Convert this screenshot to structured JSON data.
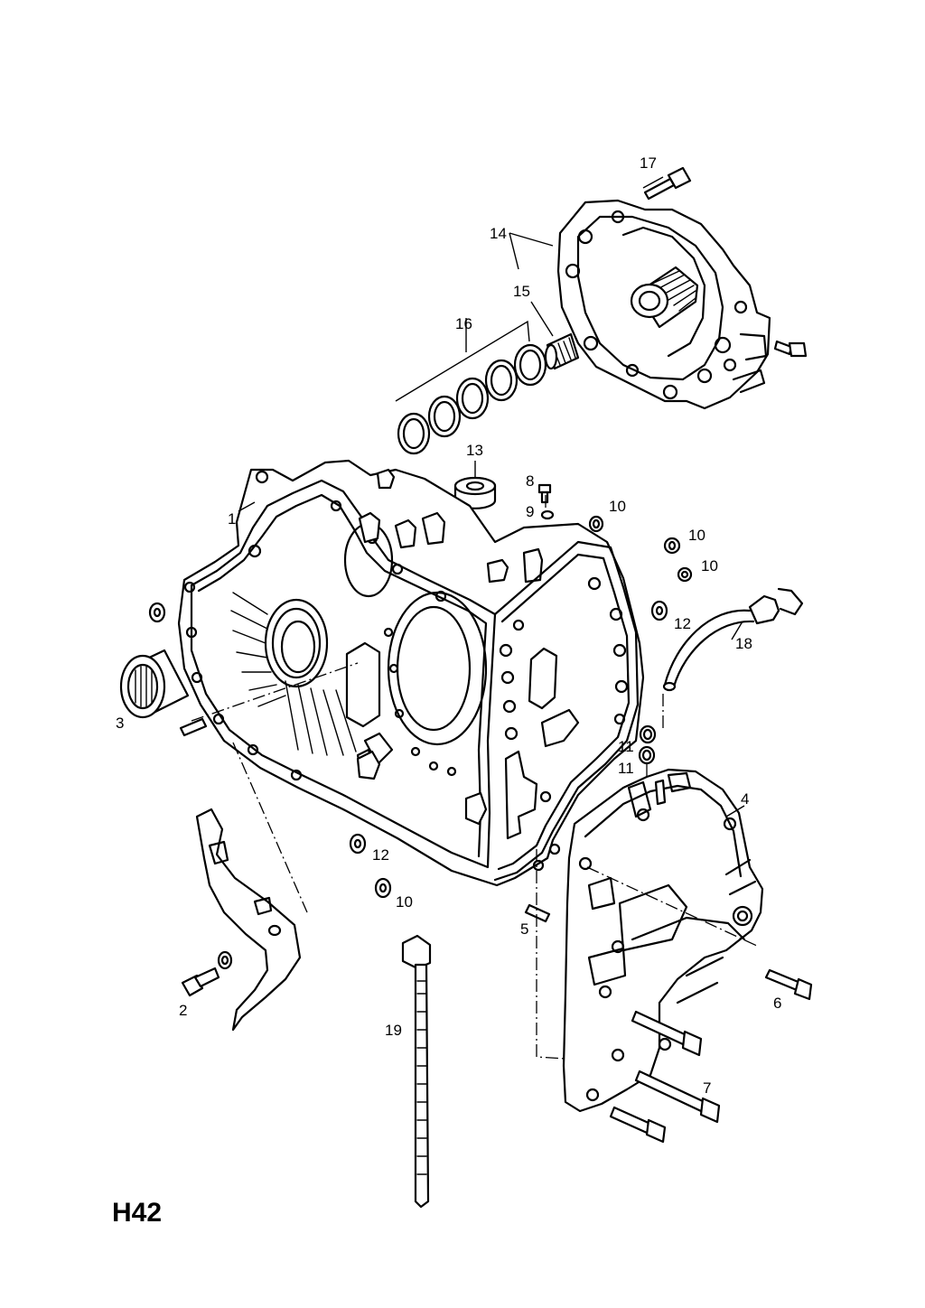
{
  "page_code": "H42",
  "callouts": [
    {
      "id": "c1",
      "text": "1"
    },
    {
      "id": "c2",
      "text": "2"
    },
    {
      "id": "c3",
      "text": "3"
    },
    {
      "id": "c4",
      "text": "4"
    },
    {
      "id": "c5",
      "text": "5"
    },
    {
      "id": "c6",
      "text": "6"
    },
    {
      "id": "c7",
      "text": "7"
    },
    {
      "id": "c8",
      "text": "8"
    },
    {
      "id": "c9",
      "text": "9"
    },
    {
      "id": "c10a",
      "text": "10"
    },
    {
      "id": "c10b",
      "text": "10"
    },
    {
      "id": "c10c",
      "text": "10"
    },
    {
      "id": "c10d",
      "text": "10"
    },
    {
      "id": "c11a",
      "text": "11"
    },
    {
      "id": "c11b",
      "text": "11"
    },
    {
      "id": "c12a",
      "text": "12"
    },
    {
      "id": "c12b",
      "text": "12"
    },
    {
      "id": "c13",
      "text": "13"
    },
    {
      "id": "c14",
      "text": "14"
    },
    {
      "id": "c15",
      "text": "15"
    },
    {
      "id": "c16",
      "text": "16"
    },
    {
      "id": "c17",
      "text": "17"
    },
    {
      "id": "c18",
      "text": "18"
    },
    {
      "id": "c19",
      "text": "19"
    }
  ]
}
